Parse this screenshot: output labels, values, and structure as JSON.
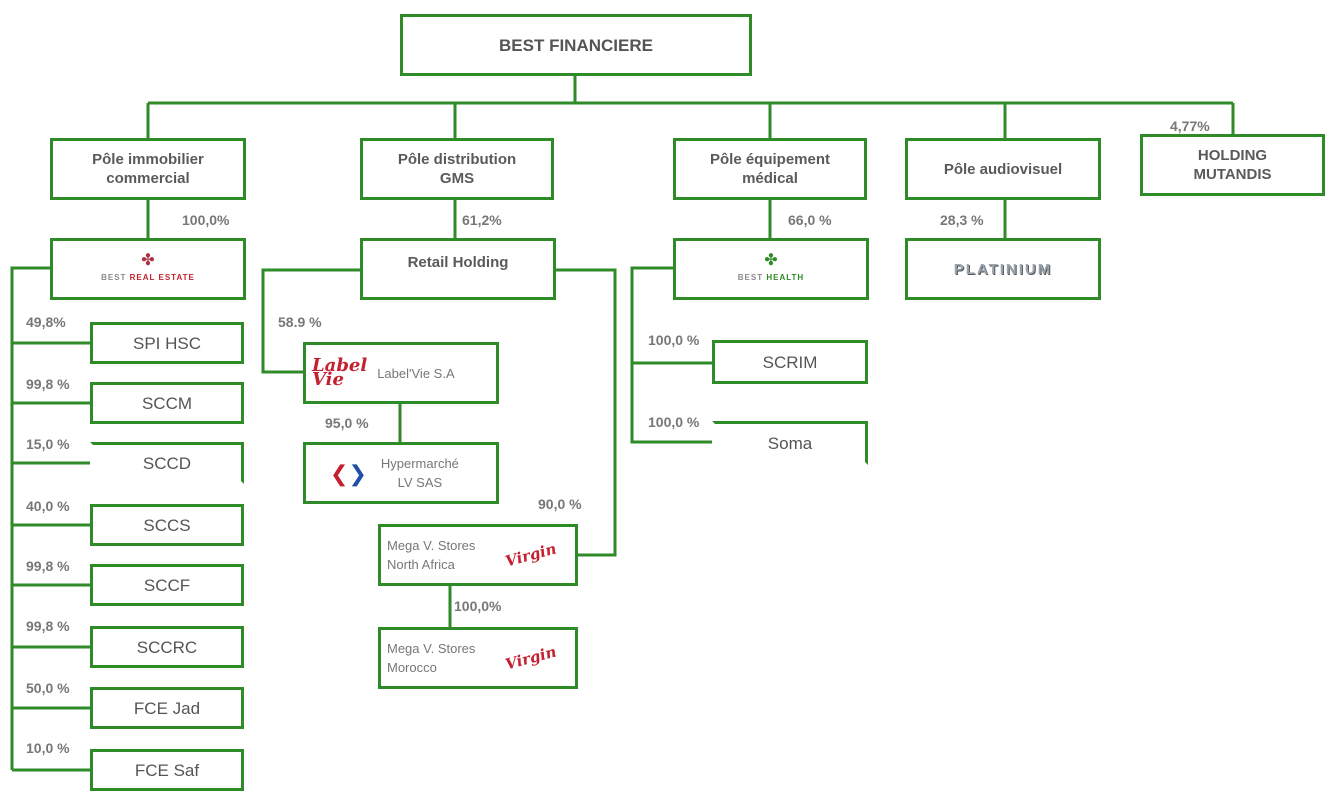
{
  "root": {
    "label": "BEST FINANCIERE"
  },
  "poles": [
    {
      "label": "Pôle immobilier\ncommercial"
    },
    {
      "label": "Pôle distribution\nGMS"
    },
    {
      "label": "Pôle équipement\nmédical"
    },
    {
      "label": "Pôle audiovisuel"
    },
    {
      "label": "HOLDING\nMUTANDIS"
    }
  ],
  "holding_mutandis_pct": "4,77%",
  "real_estate": {
    "pct": "100,0%",
    "logo_prefix": "BEST ",
    "logo_suffix": "REAL ESTATE",
    "logo_icon": "best-leaf-icon",
    "children": [
      {
        "label": "SPI HSC",
        "pct": "49,8%"
      },
      {
        "label": "SCCM",
        "pct": "99,8 %"
      },
      {
        "label": "SCCD",
        "pct": "15,0 %"
      },
      {
        "label": "SCCS",
        "pct": "40,0 %"
      },
      {
        "label": "SCCF",
        "pct": "99,8 %"
      },
      {
        "label": "SCCRC",
        "pct": "99,8 %"
      },
      {
        "label": "FCE Jad",
        "pct": "50,0 %"
      },
      {
        "label": "FCE Saf",
        "pct": "10,0 %"
      }
    ]
  },
  "distribution": {
    "pct": "61,2%",
    "retail_holding": "Retail Holding",
    "labelvie": {
      "pct": "58.9 %",
      "logo": "Label\nVie",
      "label": "Label'Vie S.A"
    },
    "hyper": {
      "pct": "95,0 %",
      "label": "Hypermarché\nLV SAS",
      "logo_icon": "carrefour-logo-icon"
    },
    "mega_na": {
      "pct": "90,0 %",
      "label": "Mega V. Stores\nNorth Africa",
      "logo": "Virgin"
    },
    "mega_ma": {
      "pct": "100,0%",
      "label": "Mega V. Stores\nMorocco",
      "logo": "Virgin"
    }
  },
  "medical": {
    "pct": "66,0 %",
    "logo_prefix": "BEST ",
    "logo_suffix": "HEALTH",
    "logo_icon": "best-leaf-icon",
    "children": [
      {
        "label": "SCRIM",
        "pct": "100,0 %"
      },
      {
        "label": "Soma",
        "pct": "100,0 %"
      }
    ]
  },
  "audiovisuel": {
    "pct": "28,3 %",
    "logo": "PLATINIUM"
  },
  "colors": {
    "border": "#2f8a28",
    "text": "#555555",
    "accent_red": "#c4202f"
  }
}
